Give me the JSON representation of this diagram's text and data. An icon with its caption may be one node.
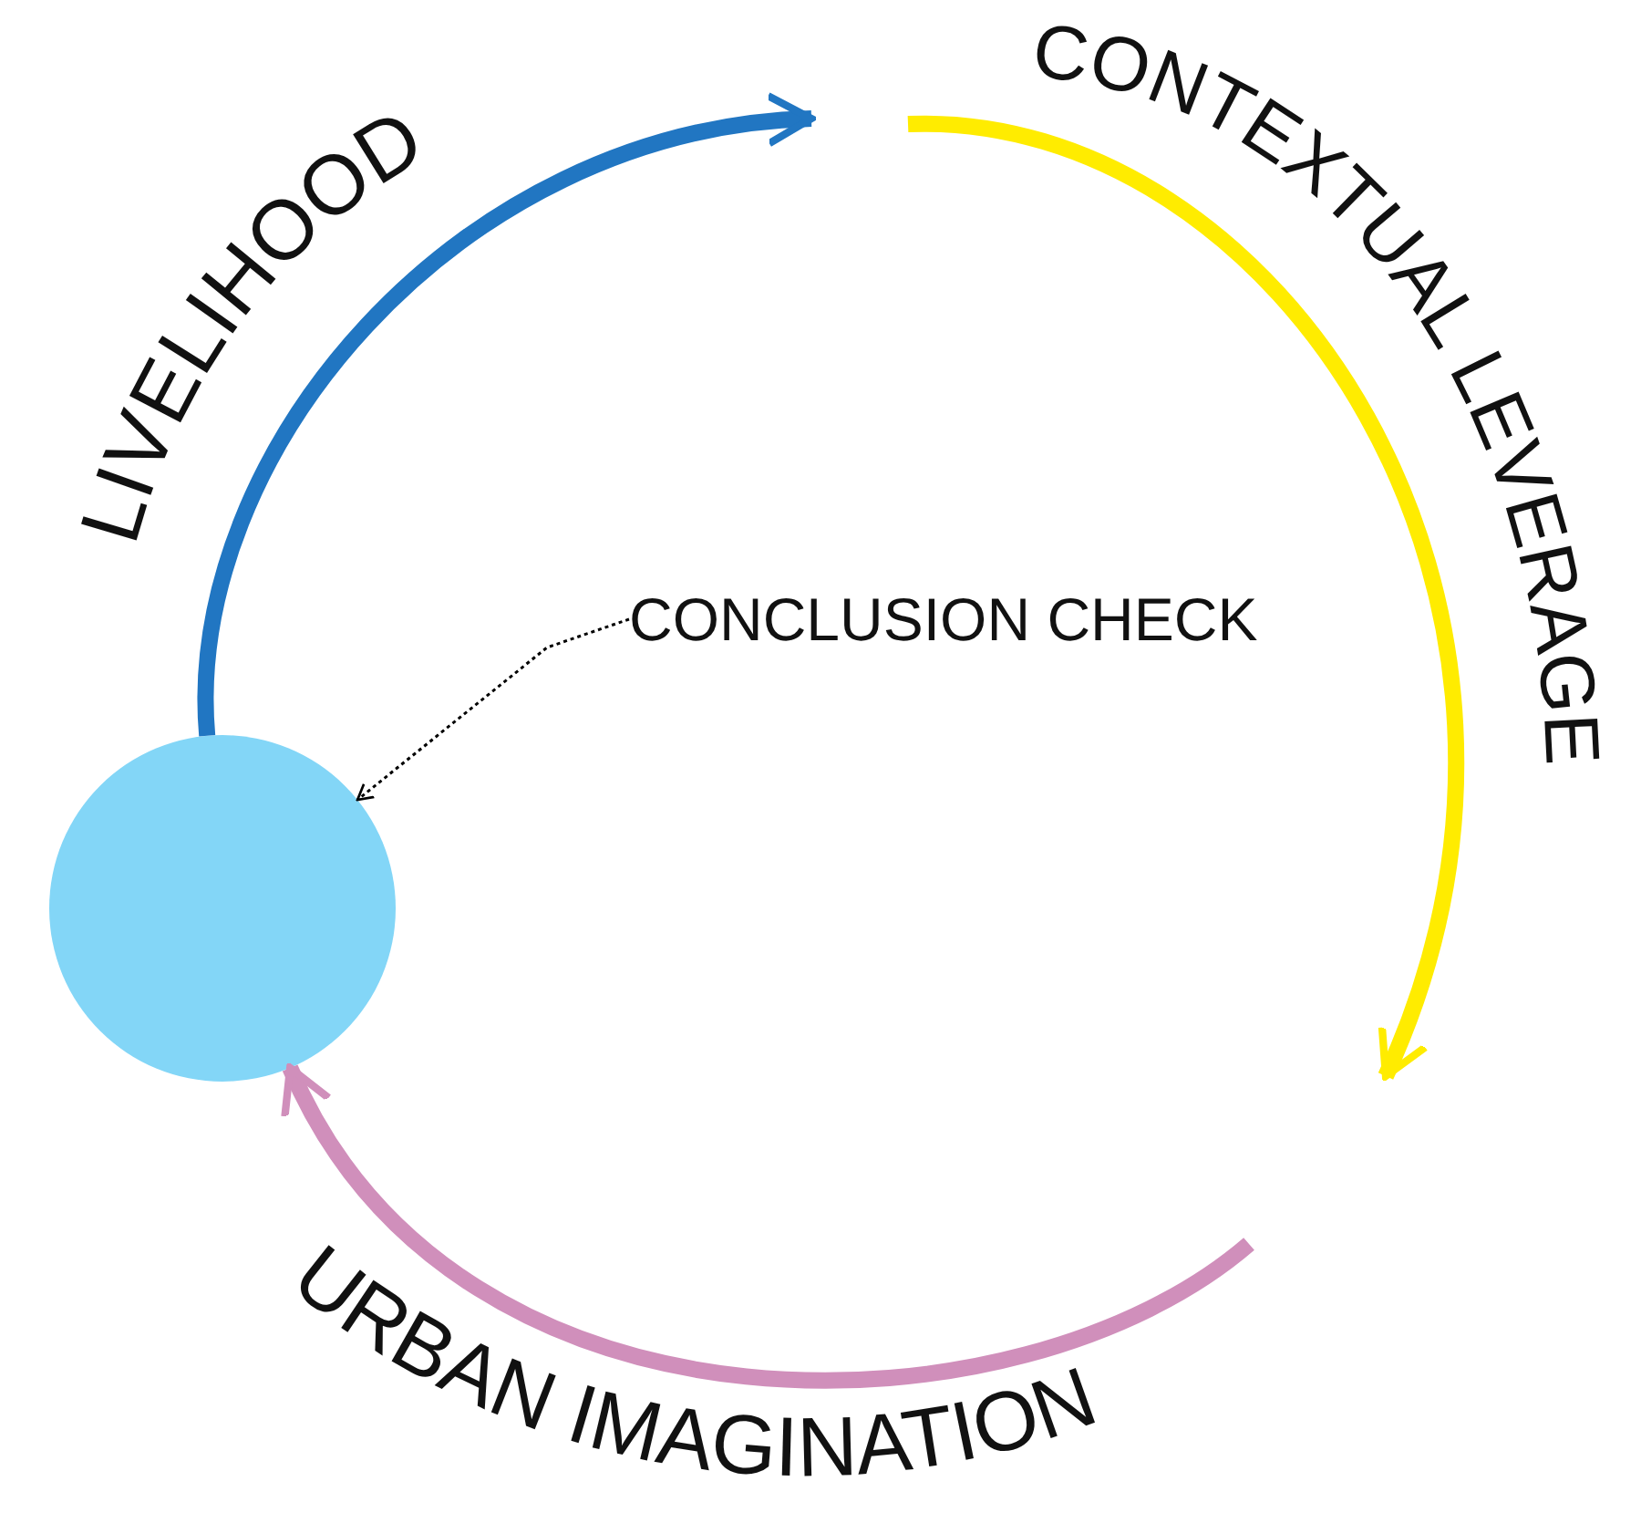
{
  "diagram": {
    "nodes": [
      {
        "text": [],
        "shape": "circle"
      },
      {
        "text": [
          "CONCLUSION CHECK"
        ]
      }
    ],
    "edges": [
      {
        "from": 0,
        "to": null,
        "arrow": "to",
        "label": "LIVELIHOOD",
        "color": "#2176c2"
      },
      {
        "from": null,
        "to": 0,
        "arrow": "to",
        "label": "URBAN IMAGINATION",
        "color": "#d08fbb"
      },
      {
        "from": 1,
        "to": 0,
        "arrow": "to",
        "style": "dashed",
        "color": "#000000"
      }
    ],
    "labels": [
      "CONTEXTUAL LEVERAGE"
    ]
  }
}
